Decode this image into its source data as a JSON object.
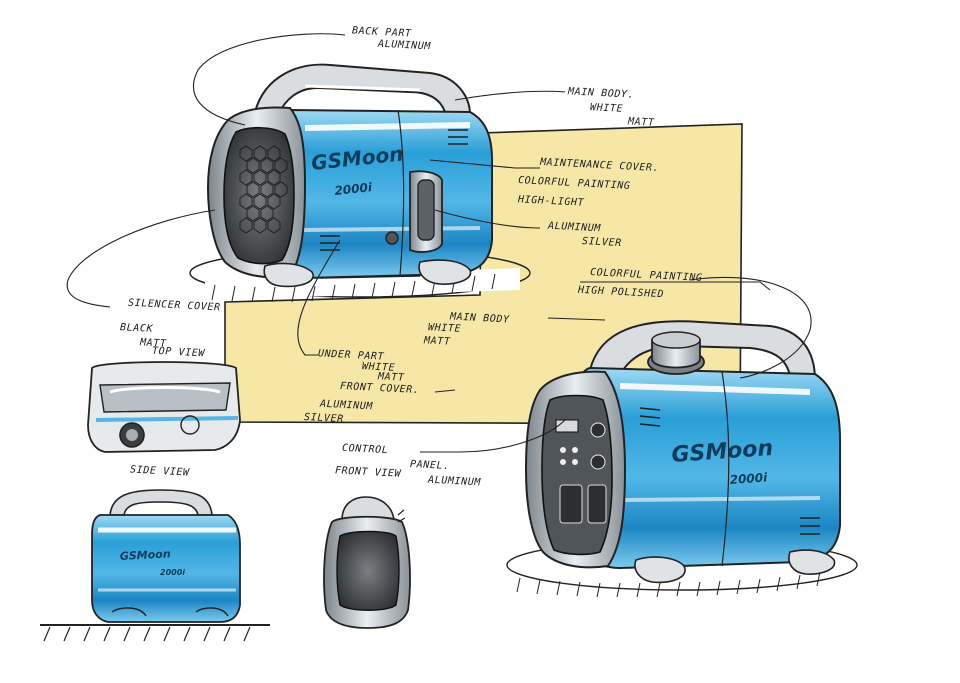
{
  "brand": {
    "logo": "GSMoon",
    "model": "2000i"
  },
  "colors": {
    "body_blue": "#2f9fd8",
    "body_light": "#bfe6f7",
    "panel_yellow": "#f6e7a6",
    "outline": "#222222",
    "metal": "#9aa3aa"
  },
  "labels": {
    "back_part": "BACK PART",
    "back_part_material": "ALUMINUM",
    "main_body_1": "MAIN BODY.",
    "main_body_1_color": "WHITE",
    "main_body_1_finish": "MATT",
    "maintenance_cover": "MAINTENANCE COVER.",
    "maintenance_cover_paint": "COLORFUL PAINTING",
    "maintenance_cover_finish": "HIGH-LIGHT",
    "aluminum_1": "ALUMINUM",
    "aluminum_1_color": "SILVER",
    "colorful_painting": "COLORFUL PAINTING",
    "colorful_painting_finish": "HIGH POLISHED",
    "main_body_2": "MAIN BODY",
    "main_body_2_color": "WHITE",
    "main_body_2_finish": "MATT",
    "silencer_cover": "SILENCER COVER",
    "silencer_cover_color": "BLACK",
    "silencer_cover_finish": "MATT",
    "under_part": "UNDER PART",
    "under_part_color": "WHITE",
    "under_part_finish": "MATT",
    "front_cover": "FRONT COVER.",
    "front_cover_material": "ALUMINUM",
    "front_cover_color": "SILVER",
    "control_panel": "CONTROL",
    "control_panel_2": "PANEL.",
    "control_panel_material": "ALUMINUM"
  },
  "views": {
    "top": "TOP VIEW",
    "side": "SIDE VIEW",
    "front": "FRONT VIEW"
  }
}
